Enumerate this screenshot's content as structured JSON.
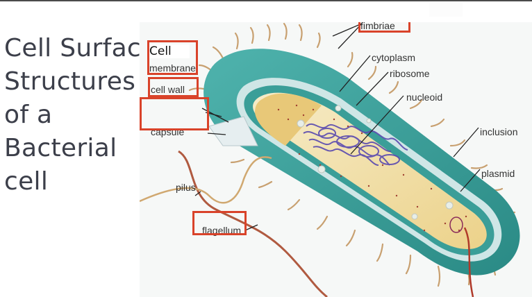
{
  "slide": {
    "title_lines": [
      "Cell Surface",
      "Structures",
      "of a",
      "Bacterial",
      "cell"
    ]
  },
  "diagram": {
    "labels": {
      "cell_word": "Cell",
      "membrane": "membrane",
      "cell_wall": "cell wall",
      "capsule": "capsule",
      "pilus": "pilus",
      "flagellum": "flagellum",
      "fimbriae": "fimbriae",
      "cytoplasm": "cytoplasm",
      "ribosome": "ribosome",
      "nucleoid": "nucleoid",
      "inclusion": "inclusion",
      "plasmid": "plasmid"
    },
    "highlighted_labels": [
      "Cell membrane",
      "cell wall",
      "capsule",
      "fimbriae",
      "flagellum"
    ],
    "colors": {
      "highlight_box": "#d9432a",
      "capsule_teal": "#3a9e98",
      "cytoplasm": "#f0d898",
      "nucleoid": "#5a4ab0",
      "fimbriae": "#c8a070",
      "flagellum": "#b05040",
      "background": "#f6f8f7"
    }
  }
}
